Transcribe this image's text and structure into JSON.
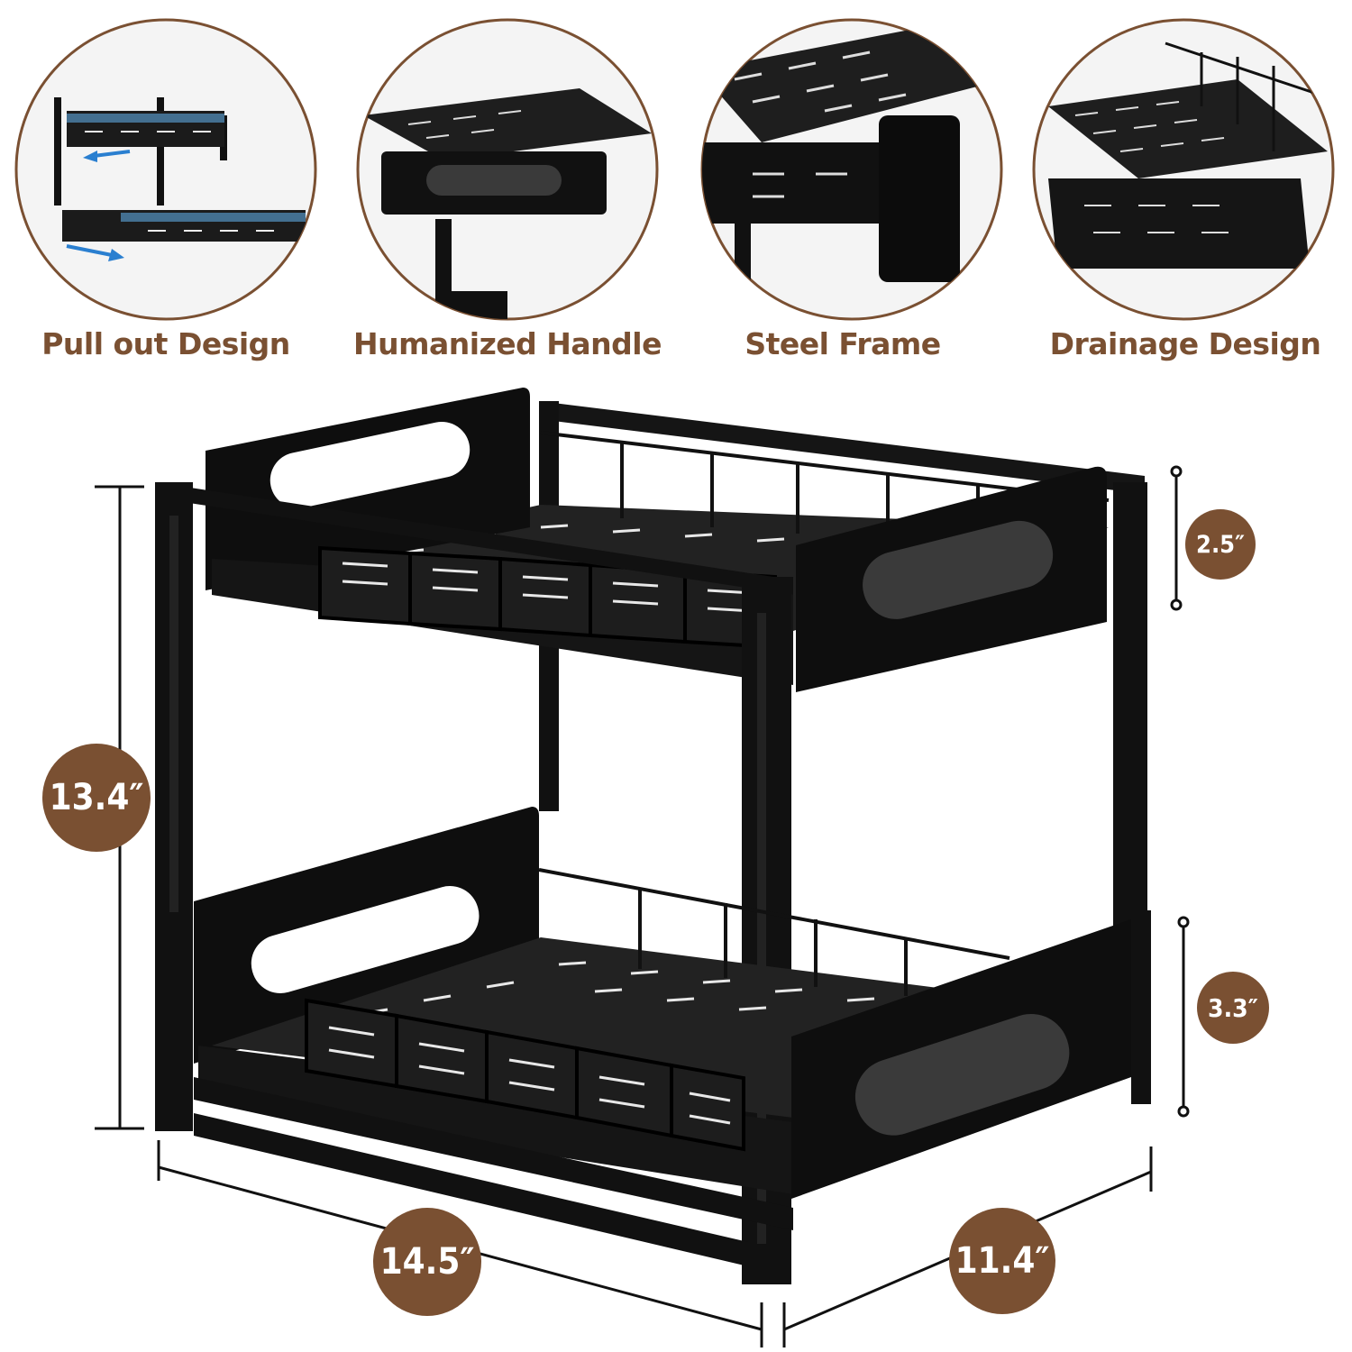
{
  "features": [
    {
      "label": "Pull out Design",
      "icon": "pull-out-icon"
    },
    {
      "label": "Humanized Handle",
      "icon": "handle-icon"
    },
    {
      "label": "Steel Frame",
      "icon": "frame-icon"
    },
    {
      "label": "Drainage Design",
      "icon": "drainage-icon"
    }
  ],
  "dimensions": {
    "height": "13.4″",
    "upper_tier_height": "2.5″",
    "lower_tier_height": "3.3″",
    "width": "14.5″",
    "depth": "11.4″"
  },
  "colors": {
    "accent": "#7a5032",
    "rack": "#111111",
    "frame_ring": "#7a5032"
  }
}
